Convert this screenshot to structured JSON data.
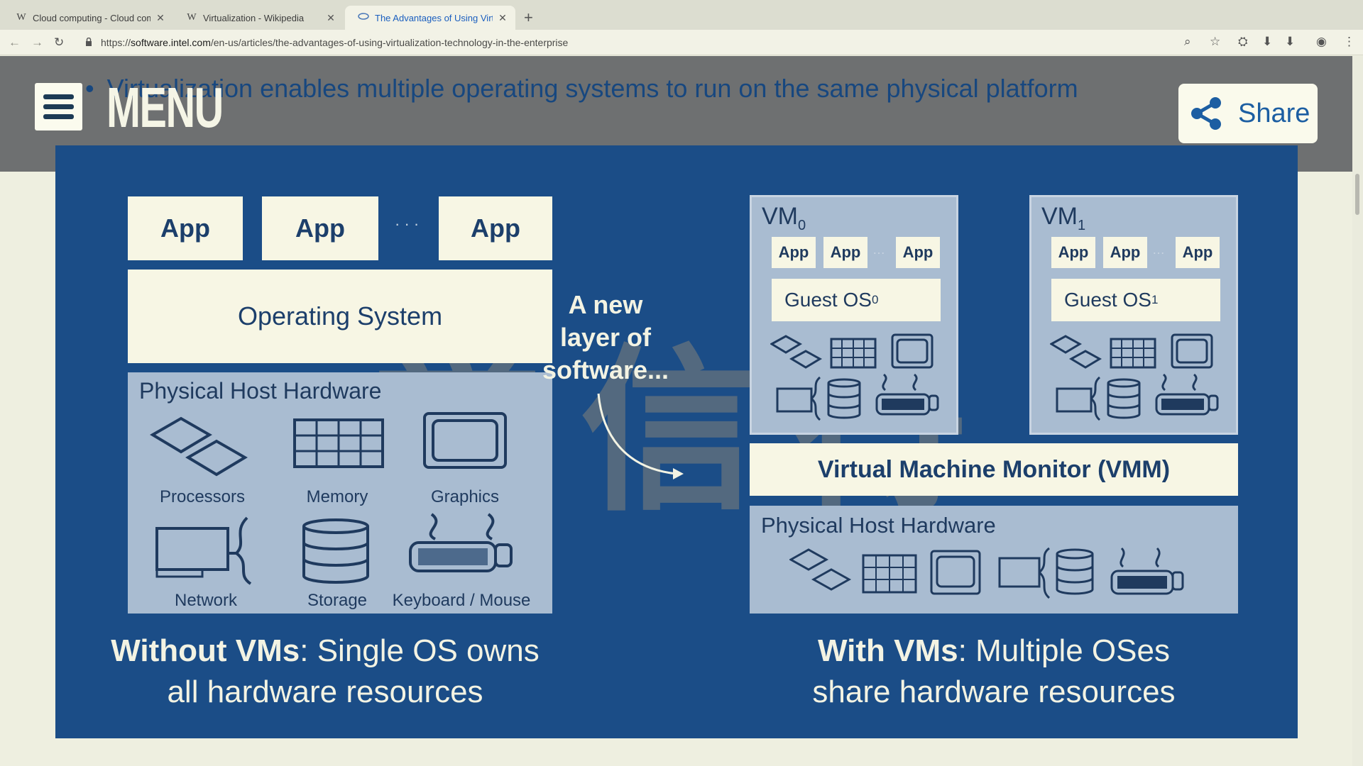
{
  "browser": {
    "tabs": [
      {
        "favicon": "W",
        "title": "Cloud computing - Cloud com",
        "active": false
      },
      {
        "favicon": "W",
        "title": "Virtualization - Wikipedia",
        "active": false
      },
      {
        "favicon": "intel",
        "title": "The Advantages of Using Virtu",
        "active": true
      }
    ],
    "new_tab": "+",
    "url_scheme": "https://",
    "url_host": "software.intel.com",
    "url_path": "/en-us/articles/the-advantages-of-using-virtualization-technology-in-the-enterprise",
    "toolbar_icons": [
      "zoom-icon",
      "star-icon",
      "extension-icon",
      "download-icon",
      "download-icon",
      "account-icon",
      "more-icon"
    ]
  },
  "header": {
    "menu_label": "MENU",
    "bullet_text": "Virtualization enables multiple operating systems to run on the same physical platform",
    "share_label": "Share"
  },
  "diagram": {
    "left": {
      "apps": [
        "App",
        "App",
        "App"
      ],
      "os_label": "Operating System",
      "hardware_title": "Physical Host Hardware",
      "components": [
        "Processors",
        "Memory",
        "Graphics",
        "Network",
        "Storage",
        "Keyboard / Mouse"
      ],
      "caption_bold": "Without VMs",
      "caption_rest": ": Single OS owns",
      "caption_line2": "all hardware resources"
    },
    "new_layer": [
      "A new",
      "layer of",
      "software..."
    ],
    "right": {
      "vms": [
        {
          "name": "VM",
          "sub": "0",
          "apps": [
            "App",
            "App",
            "App"
          ],
          "guest": "Guest OS",
          "guest_sub": "0"
        },
        {
          "name": "VM",
          "sub": "1",
          "apps": [
            "App",
            "App",
            "App"
          ],
          "guest": "Guest OS",
          "guest_sub": "1"
        }
      ],
      "vmm_label": "Virtual Machine Monitor (VMM)",
      "hardware_title": "Physical Host Hardware",
      "caption_bold": "With VMs",
      "caption_rest": ": Multiple OSes",
      "caption_line2": "share hardware resources"
    },
    "watermark": "学 信 得"
  },
  "colors": {
    "diagram_bg": "#1b4d87",
    "hardware_bg": "#a9bcd1",
    "box_bg": "#f7f6e4",
    "text_dark": "#1f3a5e",
    "link_blue": "#1c5ea2"
  }
}
